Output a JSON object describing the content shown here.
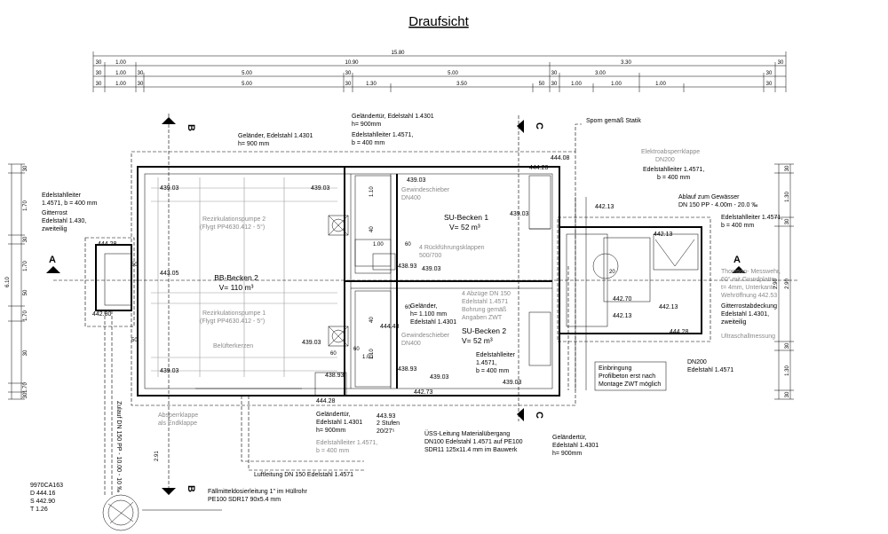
{
  "title": "Draufsicht",
  "dimensions": {
    "row1": [
      "15.80"
    ],
    "row2": [
      "30",
      "1.00",
      "10.90",
      "3.30",
      "30"
    ],
    "row3": [
      "30",
      "1.00",
      "30",
      "5.00",
      "30",
      "5.00",
      "30",
      "3.00",
      "30"
    ],
    "row4": [
      "30",
      "1.00",
      "30",
      "5.00",
      "30",
      "1.30",
      "3.50",
      "50",
      "30",
      "1.00",
      "1.00",
      "1.00",
      "30"
    ],
    "left_stack": [
      "30",
      "1.70",
      "30",
      "1.70",
      "50",
      "1.70",
      "30",
      "1.70",
      "30"
    ],
    "left_total": "6.10",
    "right_stack1": [
      "30",
      "1.30",
      "30",
      "2.90",
      "30",
      "1.30",
      "30"
    ],
    "right_stack2": [
      "2.90"
    ]
  },
  "sections": {
    "b_label": "B",
    "c_label": "C",
    "a_label": "A"
  },
  "tanks": {
    "bb_name": "BB-Becken 2",
    "bb_vol": "V= 110 m³",
    "su1_name": "SU-Becken 1",
    "su1_vol": "V= 52 m³",
    "su2_name": "SU-Becken 2",
    "su2_vol": "V= 52 m³"
  },
  "levels": {
    "l439": "439.03",
    "l443_05": "443.05",
    "l444_28": "444.28",
    "l442_80": "442.80",
    "l444_08": "444.08",
    "l442_13": "442.13",
    "l442_70": "442.70",
    "l438_93": "438.93",
    "l444_48": "444.48",
    "l442_73": "442.73",
    "l443_93": "443.93"
  },
  "labels": {
    "gelaender_door_top1": "Geländertür, Edelstahl 1.4301",
    "gelaender_door_top2": "h= 900mm",
    "leiter_top1": "Edelstahlleiter 1.4571,",
    "leiter_top2": "b = 400 mm",
    "gelaender_left1": "Geländer, Edelstahl 1.4301",
    "gelaender_left2": "h= 900 mm",
    "sporn": "Sporn gemäß Statik",
    "leiter_left1": "Edelstahlleiter",
    "leiter_left2": "1.4571, b = 400 mm",
    "gitterrost1": "Gitterrost",
    "gitterrost2": "Edelstahl 1.430,",
    "gitterrost3": "zweiteilig",
    "pumpe2_1": "Rezirkulationspumpe 2",
    "pumpe2_2": "(Flygt PP4630.412 - 5°)",
    "pumpe1_1": "Rezirkulationspumpe 1",
    "pumpe1_2": "(Flygt PP4630.412 - 5°)",
    "belueft": "Belüfterkerzen",
    "gewinde1": "Gewindeschieber",
    "gewinde1b": "DN400",
    "gewinde2": "Gewindeschieber",
    "gewinde2b": "DN400",
    "rueck1": "4 Rückführungsklappen",
    "rueck2": "500/700",
    "abzuege1": "4 Abzüge DN 150",
    "abzuege2": "Edelstahl 1.4571",
    "abzuege3": "Bohrung gemäß",
    "abzuege4": "Angaben ZWT",
    "gel_mid1": "Geländer,",
    "gel_mid2": "h= 1.100 mm",
    "gel_mid3": "Edelstahl 1.4301",
    "leiter_su2_1": "Edelstahlleiter",
    "leiter_su2_2": "1.4571,",
    "leiter_su2_3": "b = 400 mm",
    "elektro1": "Elektroabsperrklappe",
    "elektro2": "DN200",
    "leiter_r1": "Edelstahlleiter 1.4571,",
    "leiter_r2": "b = 400 mm",
    "ablauf1": "Ablauf zum Gewässer",
    "ablauf2": "DN 150 PP - 4.00m - 20.0 ‰",
    "leiter_r3": "Edelstahlleiter 1.4571,",
    "leiter_r4": "b = 400 mm",
    "thomson1": "Thomson- Messwehr,",
    "thomson2": "60° mit Grundplatte,",
    "thomson3": "t= 4mm, Unterkante",
    "thomson4": "Wehröffnung 442.53",
    "gitterabd1": "Gitterrostabdeckung",
    "gitterabd2": "Edelstahl 1.4301,",
    "gitterabd3": "zweiteilig",
    "ultra": "Ultraschallmessung",
    "dn200_1": "DN200",
    "dn200_2": "Edelstahl 1.4571",
    "einbring1": "Einbringung",
    "einbring2": "Profilbeton erst nach",
    "einbring3": "Montage ZWT möglich",
    "absperr1": "Absperrklappe",
    "absperr2": "als Endklappe",
    "geltuer_b1": "Geländertür,",
    "geltuer_b2": "Edelstahl 1.4301",
    "geltuer_b3": "h= 900mm",
    "leiter_b1": "Edelstahlleiter 1.4571,",
    "leiter_b2": "b = 400 mm",
    "stufen1": "2 Stufen",
    "stufen2": "20/27⁵",
    "uess1": "ÜSS-Leitung Materialübergang",
    "uess2": "DN100 Edelstahl 1.4571 auf PE100",
    "uess3": "SDR11 125x11.4 mm im Bauwerk",
    "geltuer_r1": "Geländertür,",
    "geltuer_r2": "Edelstahl 1.4301",
    "geltuer_r3": "h= 900mm",
    "zulauf": "Zulauf DN 150 PP - 10.00 - 10 ‰",
    "luft": "Luftleitung DN 150 Edelstahl 1.4571",
    "faell1": "Fällmitteldosierleitung 1\" im Hüllrohr",
    "faell2": "PE100 SDR17 90x5.4 mm",
    "shaft_id": "9970CA163",
    "shaft_d": "D 444.16",
    "shaft_s": "S 442.90",
    "shaft_t": "T    1.26",
    "n40": "40",
    "n60": "60",
    "n100": "1.00",
    "n110": "1.10",
    "n50": "50",
    "n20": "20",
    "n291": "2.91"
  }
}
